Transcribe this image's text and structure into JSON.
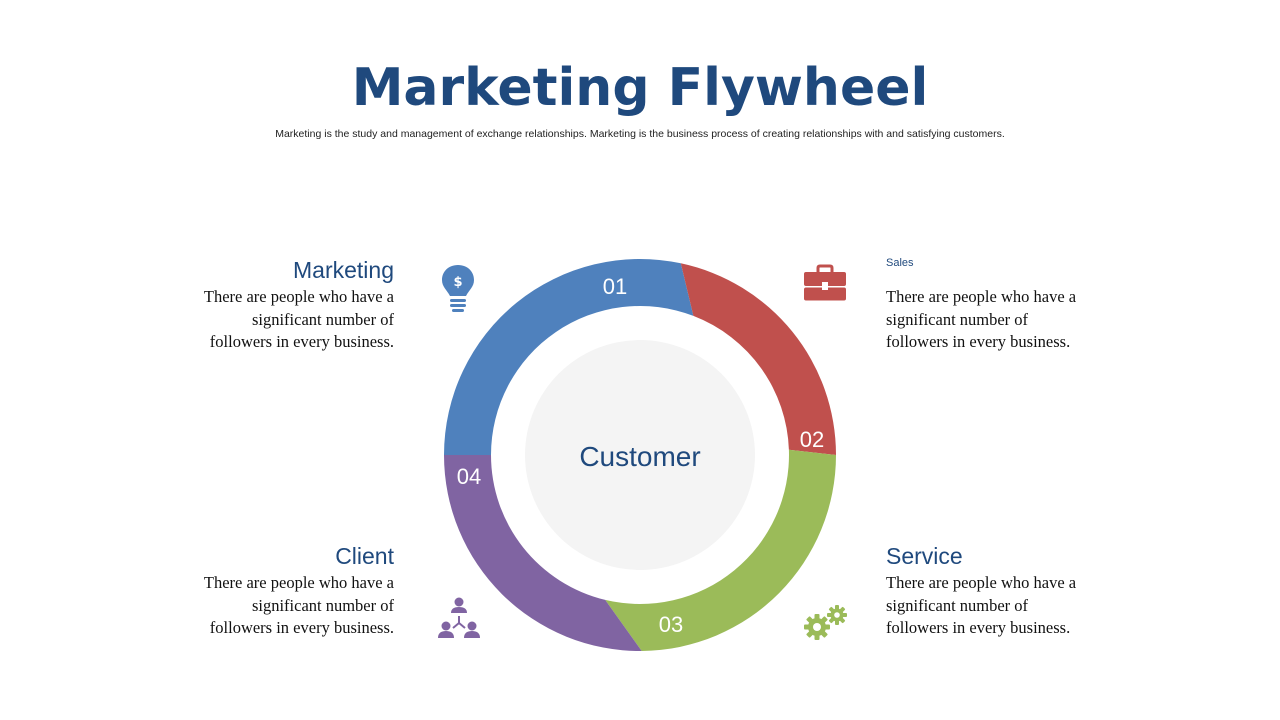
{
  "title": "Marketing Flywheel",
  "subtitle": "Marketing is the study and management of exchange relationships. Marketing is the business process of creating relationships with and satisfying customers.",
  "center_label": "Customer",
  "colors": {
    "title": "#1f497d",
    "blue": "#4f81bd",
    "red": "#c0504d",
    "green": "#9bbb59",
    "purple": "#8064a2",
    "center_fill": "#f4f4f4"
  },
  "segments": [
    {
      "number": "01",
      "color": "#4f81bd",
      "icon": "lightbulb-dollar-icon"
    },
    {
      "number": "02",
      "color": "#c0504d",
      "icon": "briefcase-icon"
    },
    {
      "number": "03",
      "color": "#9bbb59",
      "icon": "gears-icon"
    },
    {
      "number": "04",
      "color": "#8064a2",
      "icon": "people-network-icon"
    }
  ],
  "blocks": {
    "marketing": {
      "heading": "Marketing",
      "desc": [
        "There are people who have a",
        "significant number of",
        "followers in every business."
      ]
    },
    "sales": {
      "heading": "Sales",
      "desc": [
        "There are people who have a",
        "significant number of",
        "followers in every business."
      ]
    },
    "client": {
      "heading": "Client",
      "desc": [
        "There are people who have a",
        "significant number of",
        "followers in every business."
      ]
    },
    "service": {
      "heading": "Service",
      "desc": [
        "There are people who have a",
        "significant number of",
        "followers in every business."
      ]
    }
  }
}
